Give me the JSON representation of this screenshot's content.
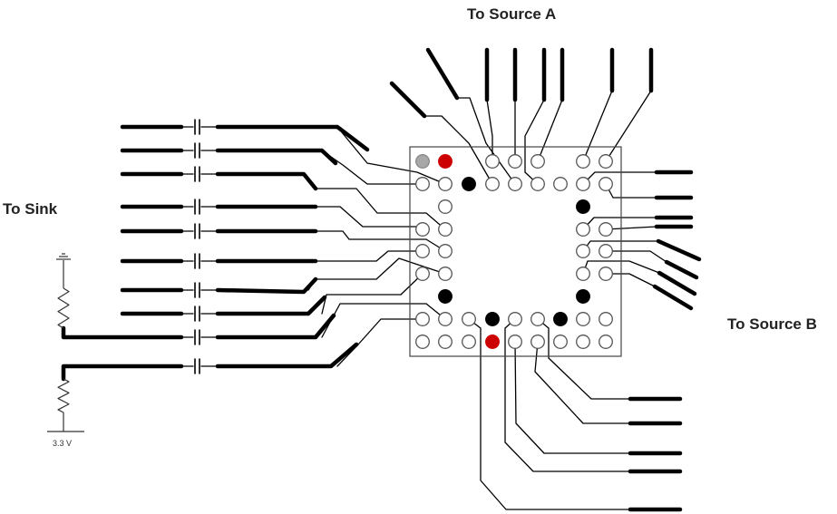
{
  "labels": {
    "source_a": "To Source A",
    "source_b": "To Source B",
    "sink": "To Sink",
    "voltage": "3.3 V"
  },
  "colors": {
    "trace": "#000000",
    "pad_outline": "#555555",
    "pad_empty": "#ffffff",
    "pad_ground": "#000000",
    "pad_red": "#cc0000",
    "pad_gray": "#a8a8a8",
    "package_outline": "#444444"
  },
  "package": {
    "pads": [
      {
        "row": 0,
        "col": 0,
        "type": "gray"
      },
      {
        "row": 0,
        "col": 1,
        "type": "red"
      },
      {
        "row": 0,
        "col": 3,
        "type": "empty"
      },
      {
        "row": 0,
        "col": 4,
        "type": "empty"
      },
      {
        "row": 0,
        "col": 5,
        "type": "empty"
      },
      {
        "row": 0,
        "col": 7,
        "type": "empty"
      },
      {
        "row": 0,
        "col": 8,
        "type": "empty"
      },
      {
        "row": 1,
        "col": 0,
        "type": "empty"
      },
      {
        "row": 1,
        "col": 1,
        "type": "empty"
      },
      {
        "row": 1,
        "col": 2,
        "type": "ground"
      },
      {
        "row": 1,
        "col": 3,
        "type": "empty"
      },
      {
        "row": 1,
        "col": 4,
        "type": "empty"
      },
      {
        "row": 1,
        "col": 5,
        "type": "empty"
      },
      {
        "row": 1,
        "col": 6,
        "type": "empty"
      },
      {
        "row": 1,
        "col": 7,
        "type": "empty"
      },
      {
        "row": 1,
        "col": 8,
        "type": "empty"
      },
      {
        "row": 2,
        "col": 1,
        "type": "empty"
      },
      {
        "row": 2,
        "col": 7,
        "type": "ground"
      },
      {
        "row": 3,
        "col": 0,
        "type": "empty"
      },
      {
        "row": 3,
        "col": 1,
        "type": "empty"
      },
      {
        "row": 3,
        "col": 7,
        "type": "empty"
      },
      {
        "row": 3,
        "col": 8,
        "type": "empty"
      },
      {
        "row": 4,
        "col": 0,
        "type": "empty"
      },
      {
        "row": 4,
        "col": 1,
        "type": "empty"
      },
      {
        "row": 4,
        "col": 7,
        "type": "empty"
      },
      {
        "row": 4,
        "col": 8,
        "type": "empty"
      },
      {
        "row": 5,
        "col": 0,
        "type": "empty"
      },
      {
        "row": 5,
        "col": 1,
        "type": "empty"
      },
      {
        "row": 5,
        "col": 7,
        "type": "empty"
      },
      {
        "row": 5,
        "col": 8,
        "type": "empty"
      },
      {
        "row": 6,
        "col": 1,
        "type": "ground"
      },
      {
        "row": 6,
        "col": 7,
        "type": "ground"
      },
      {
        "row": 7,
        "col": 0,
        "type": "empty"
      },
      {
        "row": 7,
        "col": 1,
        "type": "empty"
      },
      {
        "row": 7,
        "col": 2,
        "type": "empty"
      },
      {
        "row": 7,
        "col": 3,
        "type": "ground"
      },
      {
        "row": 7,
        "col": 4,
        "type": "empty"
      },
      {
        "row": 7,
        "col": 5,
        "type": "empty"
      },
      {
        "row": 7,
        "col": 6,
        "type": "ground"
      },
      {
        "row": 7,
        "col": 7,
        "type": "empty"
      },
      {
        "row": 7,
        "col": 8,
        "type": "empty"
      },
      {
        "row": 8,
        "col": 0,
        "type": "empty"
      },
      {
        "row": 8,
        "col": 1,
        "type": "empty"
      },
      {
        "row": 8,
        "col": 2,
        "type": "empty"
      },
      {
        "row": 8,
        "col": 3,
        "type": "red"
      },
      {
        "row": 8,
        "col": 4,
        "type": "empty"
      },
      {
        "row": 8,
        "col": 5,
        "type": "empty"
      },
      {
        "row": 8,
        "col": 6,
        "type": "empty"
      },
      {
        "row": 8,
        "col": 7,
        "type": "empty"
      },
      {
        "row": 8,
        "col": 8,
        "type": "empty"
      }
    ]
  },
  "groups": {
    "sink_channels": 10,
    "source_a_lines": 8,
    "source_b_lines": 8,
    "bottom_lines": 5,
    "resistors": 2,
    "capacitors": 10
  }
}
